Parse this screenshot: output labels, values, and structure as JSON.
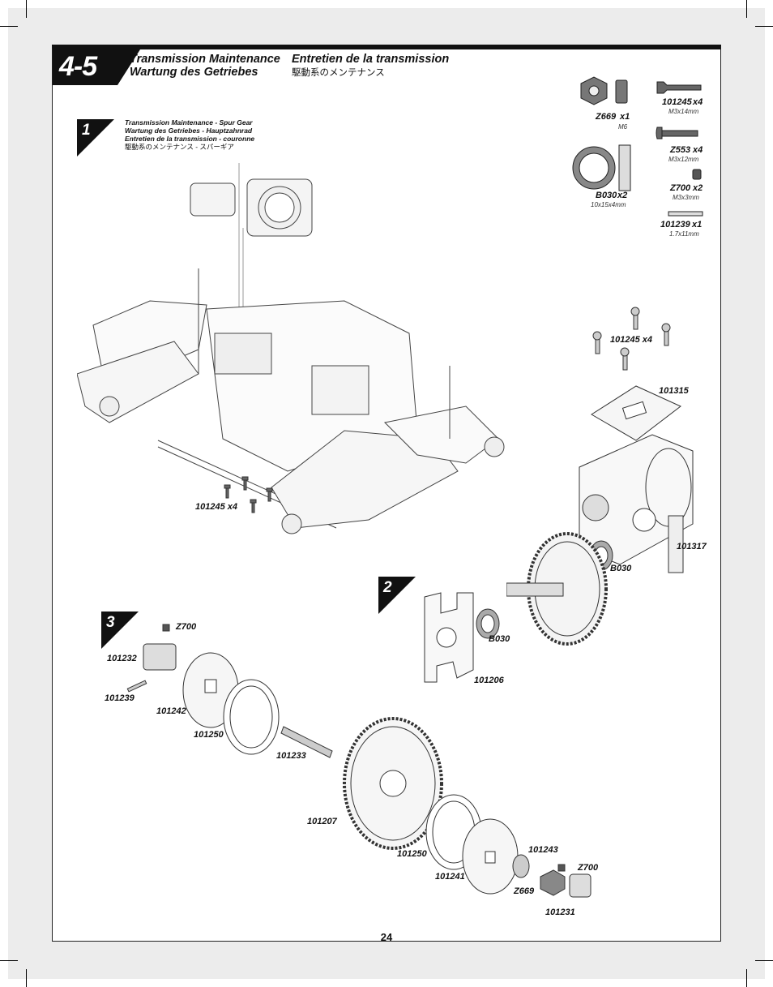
{
  "section": {
    "number": "4-5"
  },
  "titles": {
    "en": "Transmission Maintenance",
    "de": "Wartung des Getriebes",
    "fr": "Entretien de la transmission",
    "jp": "駆動系のメンテナンス"
  },
  "hardware": [
    {
      "code": "Z669",
      "qty": "x1",
      "size": "M6"
    },
    {
      "code": "101245",
      "qty": "x4",
      "size": "M3x14mm"
    },
    {
      "code": "Z553",
      "qty": "x4",
      "size": "M3x12mm"
    },
    {
      "code": "B030",
      "qty": "x2",
      "size": "10x15x4mm"
    },
    {
      "code": "Z700",
      "qty": "x2",
      "size": "M3x3mm"
    },
    {
      "code": "101239",
      "qty": "x1",
      "size": "1.7x11mm"
    }
  ],
  "step1": {
    "number": "1",
    "lines": [
      "Transmission Maintenance - Spur Gear",
      "Wartung des Getriebes - Hauptzahnrad",
      "Entretien de la transmission - couronne",
      "駆動系のメンテナンス - スパーギア"
    ],
    "callouts": [
      "101245 x4",
      "101245 x4",
      "101315",
      "101317",
      "B030"
    ]
  },
  "step2": {
    "number": "2",
    "callouts": [
      "B030",
      "101206"
    ]
  },
  "step3": {
    "number": "3",
    "callouts": [
      "Z700",
      "101232",
      "101239",
      "101242",
      "101250",
      "101233",
      "101207",
      "101250",
      "101241",
      "101243",
      "Z700",
      "Z669",
      "101231"
    ]
  },
  "page_number": "24"
}
